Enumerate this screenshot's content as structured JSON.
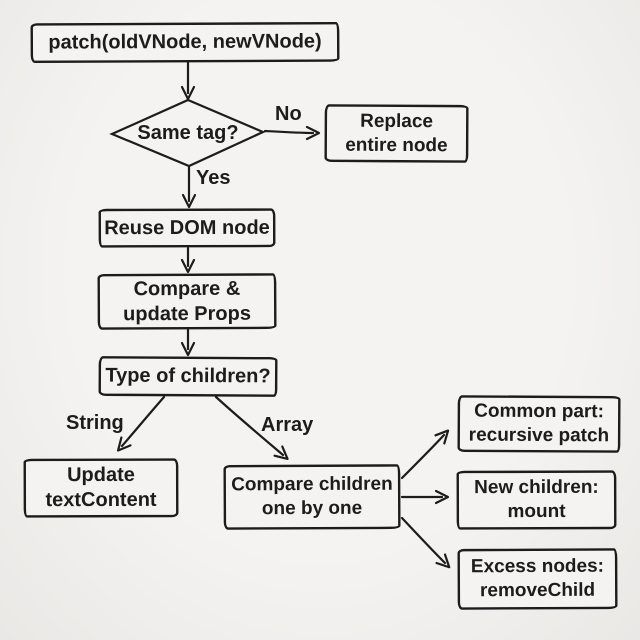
{
  "background": "#f1f0ee",
  "ink": "#1c1c1c",
  "nodes": {
    "patch": "patch(oldVNode, newVNode)",
    "same_tag": "Same tag?",
    "replace": "Replace\nentire node",
    "reuse": "Reuse DOM node",
    "compare_props": "Compare &\nupdate Props",
    "type_children": "Type of children?",
    "update_text": "Update\ntextContent",
    "compare_children": "Compare children\none by one",
    "common_part": "Common part:\nrecursive patch",
    "new_children": "New children:\nmount",
    "excess_nodes": "Excess nodes:\nremoveChild"
  },
  "edge_labels": {
    "no": "No",
    "yes": "Yes",
    "string": "String",
    "array": "Array"
  }
}
